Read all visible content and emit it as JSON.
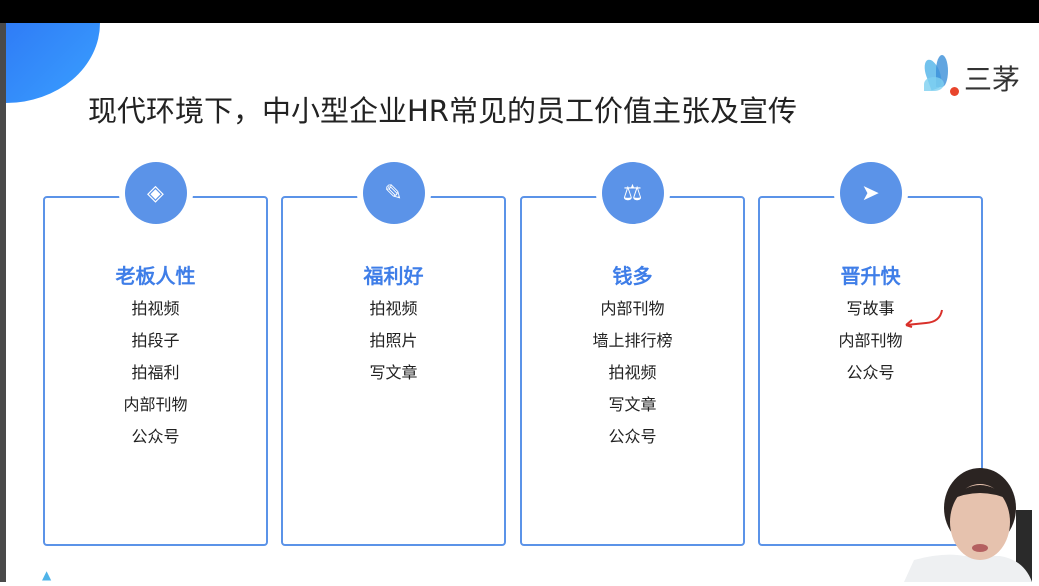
{
  "title": "现代环境下，中小型企业HR常见的员工价值主张及宣传",
  "logo_text": "三茅",
  "cards": [
    {
      "icon": "layers-icon",
      "title": "老板人性",
      "items": [
        "拍视频",
        "拍段子",
        "拍福利",
        "内部刊物",
        "公众号"
      ]
    },
    {
      "icon": "document-edit-icon",
      "title": "福利好",
      "items": [
        "拍视频",
        "拍照片",
        "写文章"
      ]
    },
    {
      "icon": "scale-icon",
      "title": "钱多",
      "items": [
        "内部刊物",
        "墙上排行榜",
        "拍视频",
        "写文章",
        "公众号"
      ]
    },
    {
      "icon": "paper-plane-icon",
      "title": "晋升快",
      "items": [
        "写故事",
        "内部刊物",
        "公众号"
      ]
    }
  ],
  "colors": {
    "accent": "#5b93e8",
    "title_blue": "#3f7ee8",
    "annotation": "#d9302a"
  }
}
